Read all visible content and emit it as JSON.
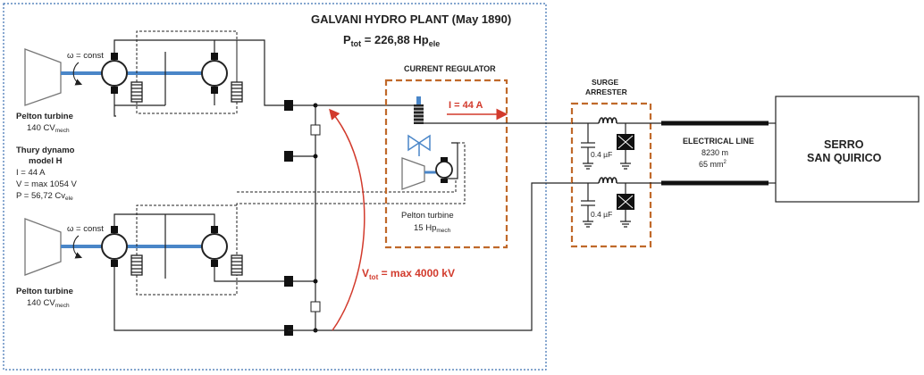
{
  "plant": {
    "title": "GALVANI HYDRO PLANT (May 1890)",
    "power_sym": "P",
    "power_sub": "tot",
    "power_eq": " = 226,88 Hp",
    "power_unit_sub": "ele"
  },
  "turbine_top": {
    "omega": "ω = const",
    "name": "Pelton turbine",
    "power": "140 CV",
    "power_sub": "mech"
  },
  "turbine_bottom": {
    "omega": "ω = const",
    "name": "Pelton turbine",
    "power": "140 CV",
    "power_sub": "mech"
  },
  "dynamo": {
    "line1": "Thury dynamo",
    "line2": "model H",
    "line3": "I = 44 A",
    "line4": "V = max 1054 V",
    "line5": "P = 56,72 Cv",
    "line5_sub": "ele"
  },
  "regulator": {
    "title": "CURRENT REGULATOR",
    "current": "I = 44 A",
    "turbine_name": "Pelton turbine",
    "turbine_power": "15 Hp",
    "turbine_sub": "mech"
  },
  "vtot": {
    "sym": "V",
    "sub": "tot",
    "value": " = max 4000 kV"
  },
  "arrester": {
    "line1": "SURGE",
    "line2": "ARRESTER",
    "cap_top": "0.4 µF",
    "cap_bottom": "0.4 µF"
  },
  "line": {
    "title": "ELECTRICAL LINE",
    "length": "8230 m",
    "section": "65 mm",
    "section_sup": "2"
  },
  "destination": {
    "line1": "SERRO",
    "line2": "SAN QUIRICO"
  },
  "colors": {
    "shaft": "#4a86c8",
    "accent_red": "#d23a2c",
    "dashed_box": "#c0692a",
    "plant_border": "#3b6fb0"
  }
}
